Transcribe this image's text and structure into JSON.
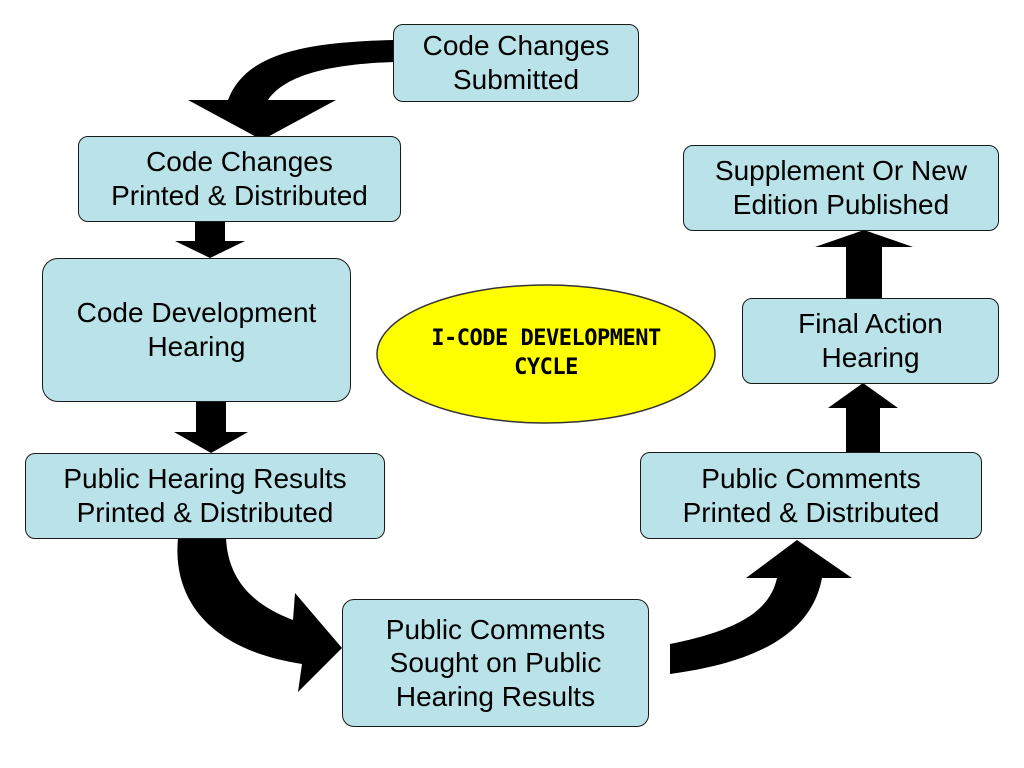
{
  "colors": {
    "box_fill": "#b9e3e8",
    "box_border": "#1a1a1a",
    "arrow": "#000000",
    "ellipse_fill": "#ffff00"
  },
  "center": {
    "title_line1": "I-CODE  DEVELOPMENT",
    "title_line2": "CYCLE"
  },
  "steps": [
    {
      "id": "code-changes-submitted",
      "label": "Code Changes\nSubmitted"
    },
    {
      "id": "code-changes-printed",
      "label": "Code Changes\nPrinted & Distributed"
    },
    {
      "id": "code-development-hearing",
      "label": "Code Development\nHearing"
    },
    {
      "id": "public-hearing-results",
      "label": "Public Hearing Results\nPrinted & Distributed"
    },
    {
      "id": "public-comments-sought",
      "label": "Public Comments\nSought on Public\nHearing Results"
    },
    {
      "id": "public-comments-printed",
      "label": "Public Comments\nPrinted & Distributed"
    },
    {
      "id": "final-action-hearing",
      "label": "Final Action\nHearing"
    },
    {
      "id": "supplement-published",
      "label": "Supplement Or New\nEdition Published"
    }
  ]
}
